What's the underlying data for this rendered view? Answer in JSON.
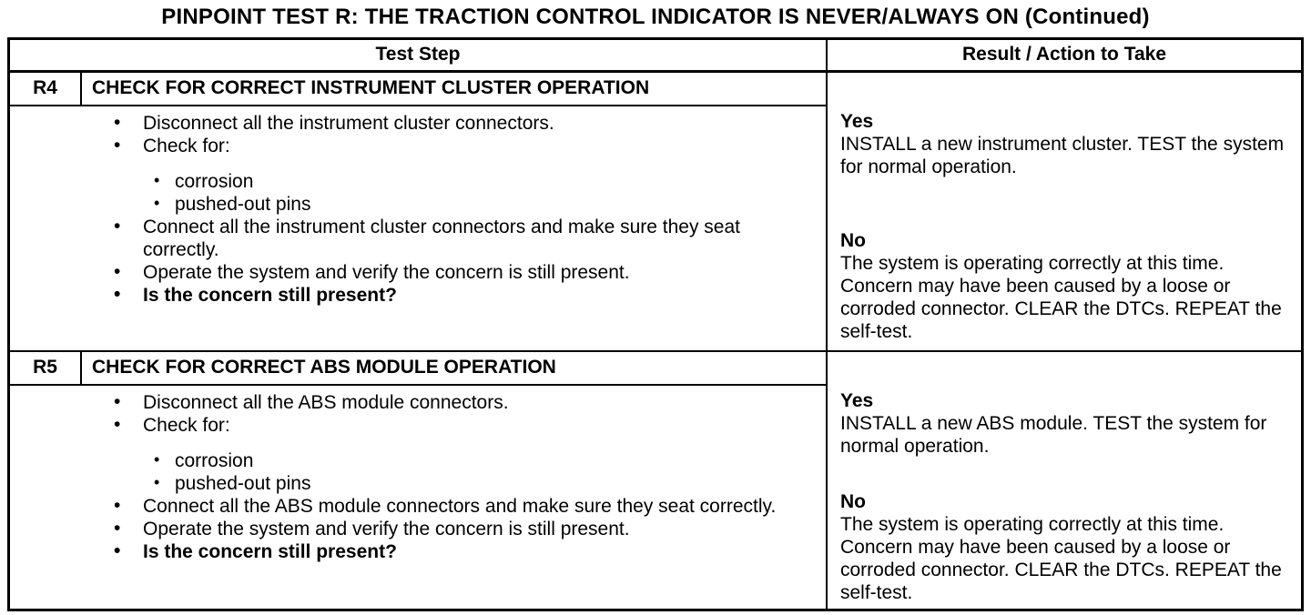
{
  "page_title": "PINPOINT TEST R: THE TRACTION CONTROL INDICATOR IS NEVER/ALWAYS ON (Continued)",
  "table": {
    "header": {
      "test_step": "Test Step",
      "result_action": "Result / Action to Take"
    },
    "steps": [
      {
        "id": "R4",
        "title": "CHECK FOR CORRECT INSTRUMENT CLUSTER OPERATION",
        "bullets": [
          {
            "level": 1,
            "bold": false,
            "text": "Disconnect all the instrument cluster connectors."
          },
          {
            "level": 1,
            "bold": false,
            "text": "Check for:"
          },
          {
            "level": 2,
            "bold": false,
            "text": "corrosion"
          },
          {
            "level": 2,
            "bold": false,
            "text": "pushed-out pins"
          },
          {
            "level": 1,
            "bold": false,
            "text": "Connect all the instrument cluster connectors and make sure they seat correctly."
          },
          {
            "level": 1,
            "bold": false,
            "text": "Operate the system and verify the concern is still present."
          },
          {
            "level": 1,
            "bold": true,
            "text": "Is the concern still present?"
          }
        ],
        "result": {
          "yes_label": "Yes",
          "yes_action": "INSTALL a new instrument cluster. TEST the system for normal operation.",
          "no_label": "No",
          "no_action": "The system is operating correctly at this time. Concern may have been caused by a loose or corroded connector. CLEAR the DTCs. REPEAT the self-test."
        }
      },
      {
        "id": "R5",
        "title": "CHECK FOR CORRECT ABS MODULE OPERATION",
        "bullets": [
          {
            "level": 1,
            "bold": false,
            "text": "Disconnect all the ABS module connectors."
          },
          {
            "level": 1,
            "bold": false,
            "text": "Check for:"
          },
          {
            "level": 2,
            "bold": false,
            "text": "corrosion"
          },
          {
            "level": 2,
            "bold": false,
            "text": "pushed-out pins"
          },
          {
            "level": 1,
            "bold": false,
            "text": "Connect all the ABS module connectors and make sure they seat correctly."
          },
          {
            "level": 1,
            "bold": false,
            "text": "Operate the system and verify the concern is still present."
          },
          {
            "level": 1,
            "bold": true,
            "text": "Is the concern still present?"
          }
        ],
        "result": {
          "yes_label": "Yes",
          "yes_action": "INSTALL a new ABS module. TEST the system for normal operation.",
          "no_label": "No",
          "no_action": "The system is operating correctly at this time. Concern may have been caused by a loose or corroded connector. CLEAR the DTCs. REPEAT the self-test."
        }
      }
    ]
  }
}
